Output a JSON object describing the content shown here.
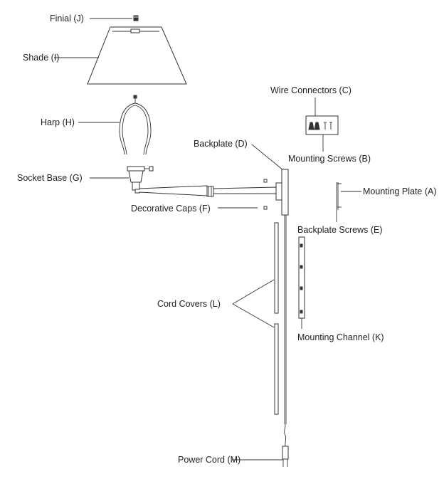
{
  "labels": {
    "finial": "Finial (J)",
    "shade": "Shade (I)",
    "harp": "Harp (H)",
    "socket_base": "Socket Base (G)",
    "wire_connectors": "Wire Connectors (C)",
    "mounting_screws": "Mounting Screws (B)",
    "backplate": "Backplate (D)",
    "mounting_plate": "Mounting Plate (A)",
    "decorative_caps": "Decorative Caps (F)",
    "backplate_screws": "Backplate Screws (E)",
    "cord_covers": "Cord Covers (L)",
    "mounting_channel": "Mounting Channel (K)",
    "power_cord": "Power Cord (M)"
  },
  "colors": {
    "line": "#333333",
    "text": "#222222",
    "background": "#ffffff"
  }
}
